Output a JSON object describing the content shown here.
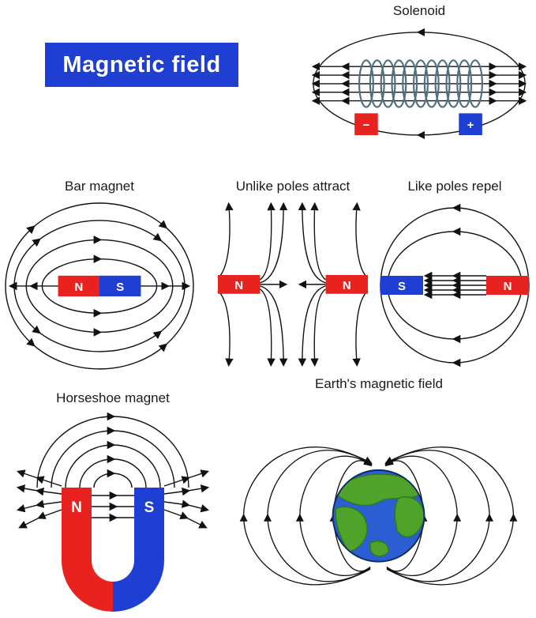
{
  "title_banner": {
    "text": "Magnetic field"
  },
  "colors": {
    "red": "#e8231f",
    "blue": "#1e3fd1",
    "line": "#111111",
    "coil": "#51707f",
    "ocean": "#2b5ed2",
    "land": "#4fa32b",
    "land_edge": "#2e7a1a",
    "label": "#1a1a1a"
  },
  "panels": {
    "solenoid": {
      "label": "Solenoid",
      "minus": "−",
      "plus": "+"
    },
    "bar_magnet": {
      "label": "Bar magnet",
      "left_pole": "N",
      "right_pole": "S"
    },
    "unlike_poles": {
      "label": "Unlike poles attract",
      "left_pole": "N",
      "right_pole": "N"
    },
    "like_poles": {
      "label": "Like poles repel",
      "left_pole": "S",
      "right_pole": "N"
    },
    "horseshoe": {
      "label": "Horseshoe magnet",
      "left_pole": "N",
      "right_pole": "S"
    },
    "earth": {
      "label": "Earth's magnetic field"
    }
  }
}
